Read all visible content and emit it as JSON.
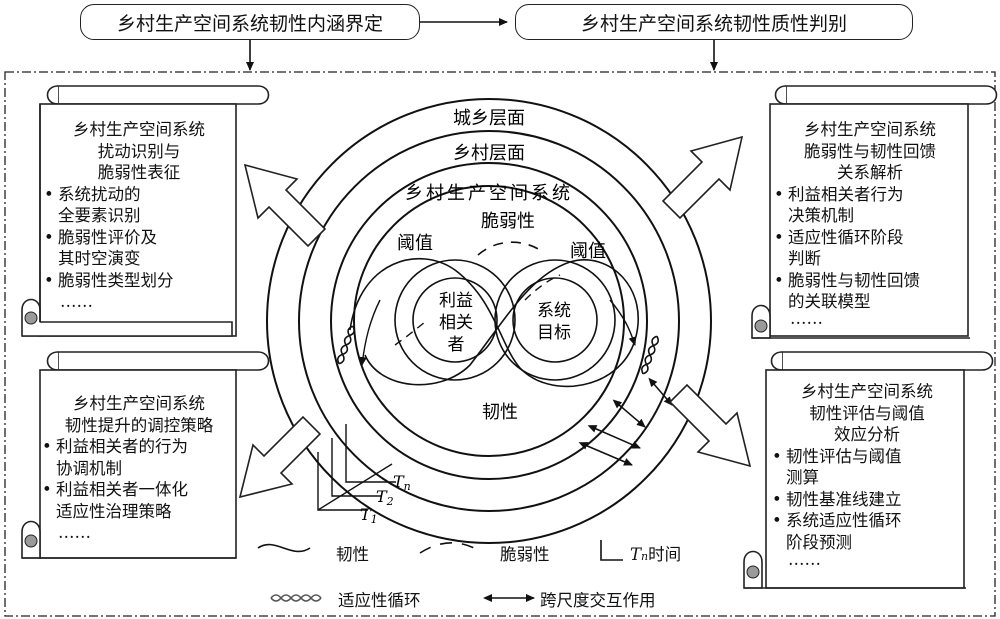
{
  "header": {
    "left_box": "乡村生产空间系统韧性内涵界定",
    "right_box": "乡村生产空间系统韧性质性判别"
  },
  "center": {
    "ring_outer": "城乡层面",
    "ring_middle": "乡村层面",
    "ring_inner": "乡村生产空间系统",
    "vulnerability": "脆弱性",
    "threshold_left": "阈值",
    "threshold_right": "阈值",
    "circle_left": [
      "利益",
      "相关",
      "者"
    ],
    "circle_right": [
      "系统",
      "目标"
    ],
    "resilience": "韧性",
    "time_axes": {
      "tn_main": "T",
      "tn_sub": "n",
      "t2_main": "T",
      "t2_sub": "2",
      "t1_main": "T",
      "t1_sub": "1"
    }
  },
  "panels": {
    "top_left": {
      "title": [
        "乡村生产空间系统",
        "扰动识别与",
        "脆弱性表征"
      ],
      "items": [
        [
          "系统扰动的",
          "全要素识别"
        ],
        [
          "脆弱性评价及",
          "其时空演变"
        ],
        [
          "脆弱性类型划分"
        ]
      ],
      "more": "……"
    },
    "bottom_left": {
      "title": [
        "乡村生产空间系统",
        "韧性提升的调控策略"
      ],
      "items": [
        [
          "利益相关者的行为",
          "协调机制"
        ],
        [
          "利益相关者一体化",
          "适应性治理策略"
        ]
      ],
      "more": "……"
    },
    "top_right": {
      "title": [
        "乡村生产空间系统",
        "脆弱性与韧性回馈",
        "关系解析"
      ],
      "items": [
        [
          "利益相关者行为",
          "决策机制"
        ],
        [
          "适应性循环阶段",
          "判断"
        ],
        [
          "脆弱性与韧性回馈",
          "的关联模型"
        ]
      ],
      "more": "……"
    },
    "bottom_right": {
      "title": [
        "乡村生产空间系统",
        "韧性评估与阈值",
        "效应分析"
      ],
      "items": [
        [
          "韧性评估与阈值",
          "测算"
        ],
        [
          "韧性基准线建立"
        ],
        [
          "系统适应性循环",
          "阶段预测"
        ]
      ],
      "more": "……"
    }
  },
  "legend": {
    "resilience": "韧性",
    "vulnerability": "脆弱性",
    "tn_main": "T",
    "tn_sub": "n",
    "tn_suffix": "时间",
    "adaptive_cycle": "适应性循环",
    "cross_scale": "跨尺度交互作用"
  }
}
